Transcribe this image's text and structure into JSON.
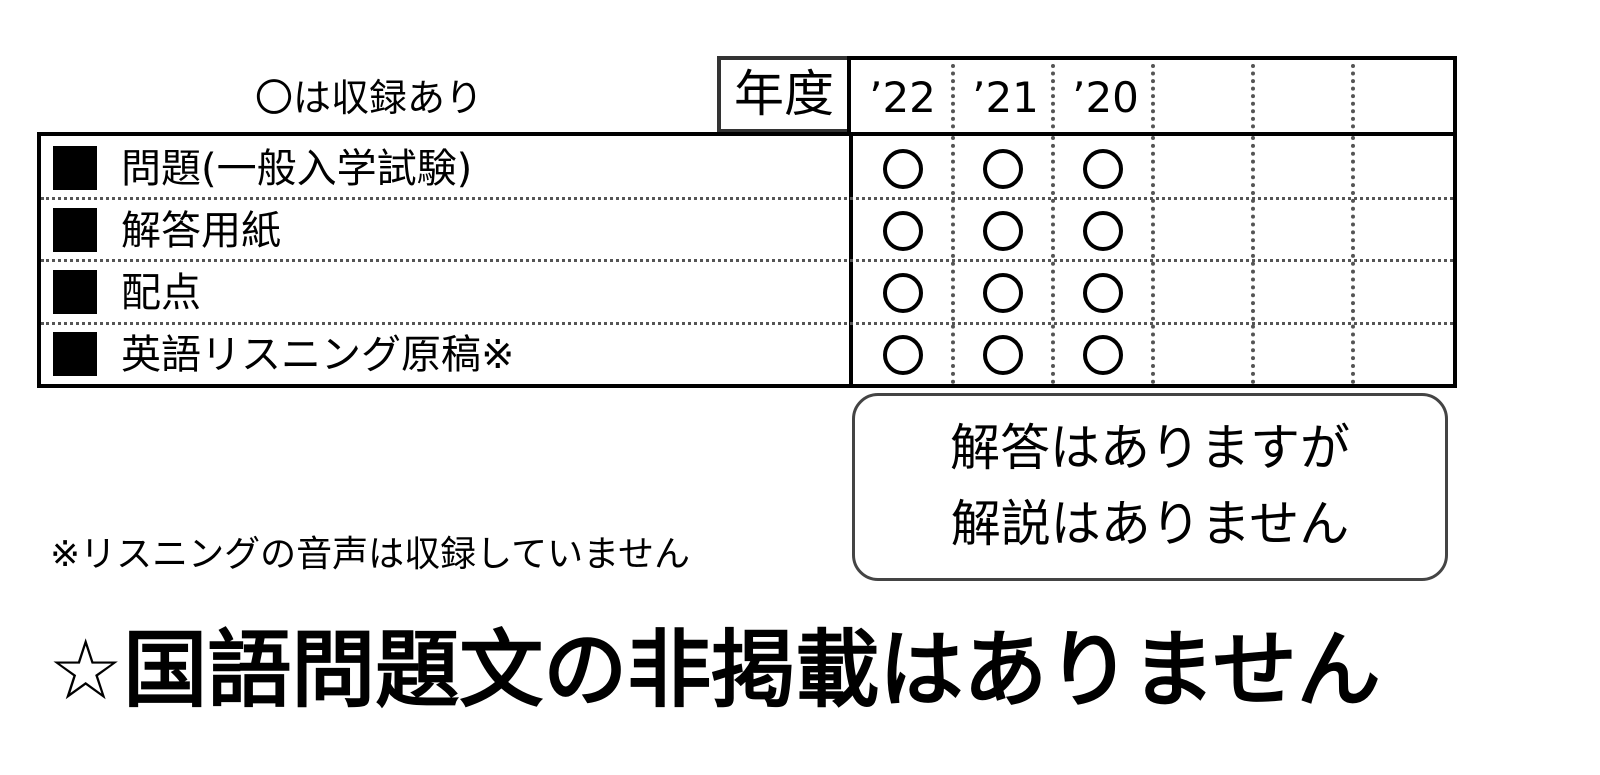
{
  "legend": "〇は収録あり",
  "year_header": "年度",
  "years": [
    "’22",
    "’21",
    "’20",
    "",
    "",
    ""
  ],
  "rows": [
    {
      "bullet": "■",
      "label": "問題(一般入学試験)",
      "marks": [
        "〇",
        "〇",
        "〇",
        "",
        "",
        ""
      ]
    },
    {
      "bullet": "■",
      "label": "解答用紙",
      "marks": [
        "〇",
        "〇",
        "〇",
        "",
        "",
        ""
      ]
    },
    {
      "bullet": "■",
      "label": "配点",
      "marks": [
        "〇",
        "〇",
        "〇",
        "",
        "",
        ""
      ]
    },
    {
      "bullet": "■",
      "label": "英語リスニング原稿※",
      "marks": [
        "〇",
        "〇",
        "〇",
        "",
        "",
        ""
      ]
    }
  ],
  "answer_note": {
    "line1": "解答はありますが",
    "line2": "解説はありません"
  },
  "footnote": "※リスニングの音声は収録していません",
  "notice": "☆国語問題文の非掲載はありません"
}
